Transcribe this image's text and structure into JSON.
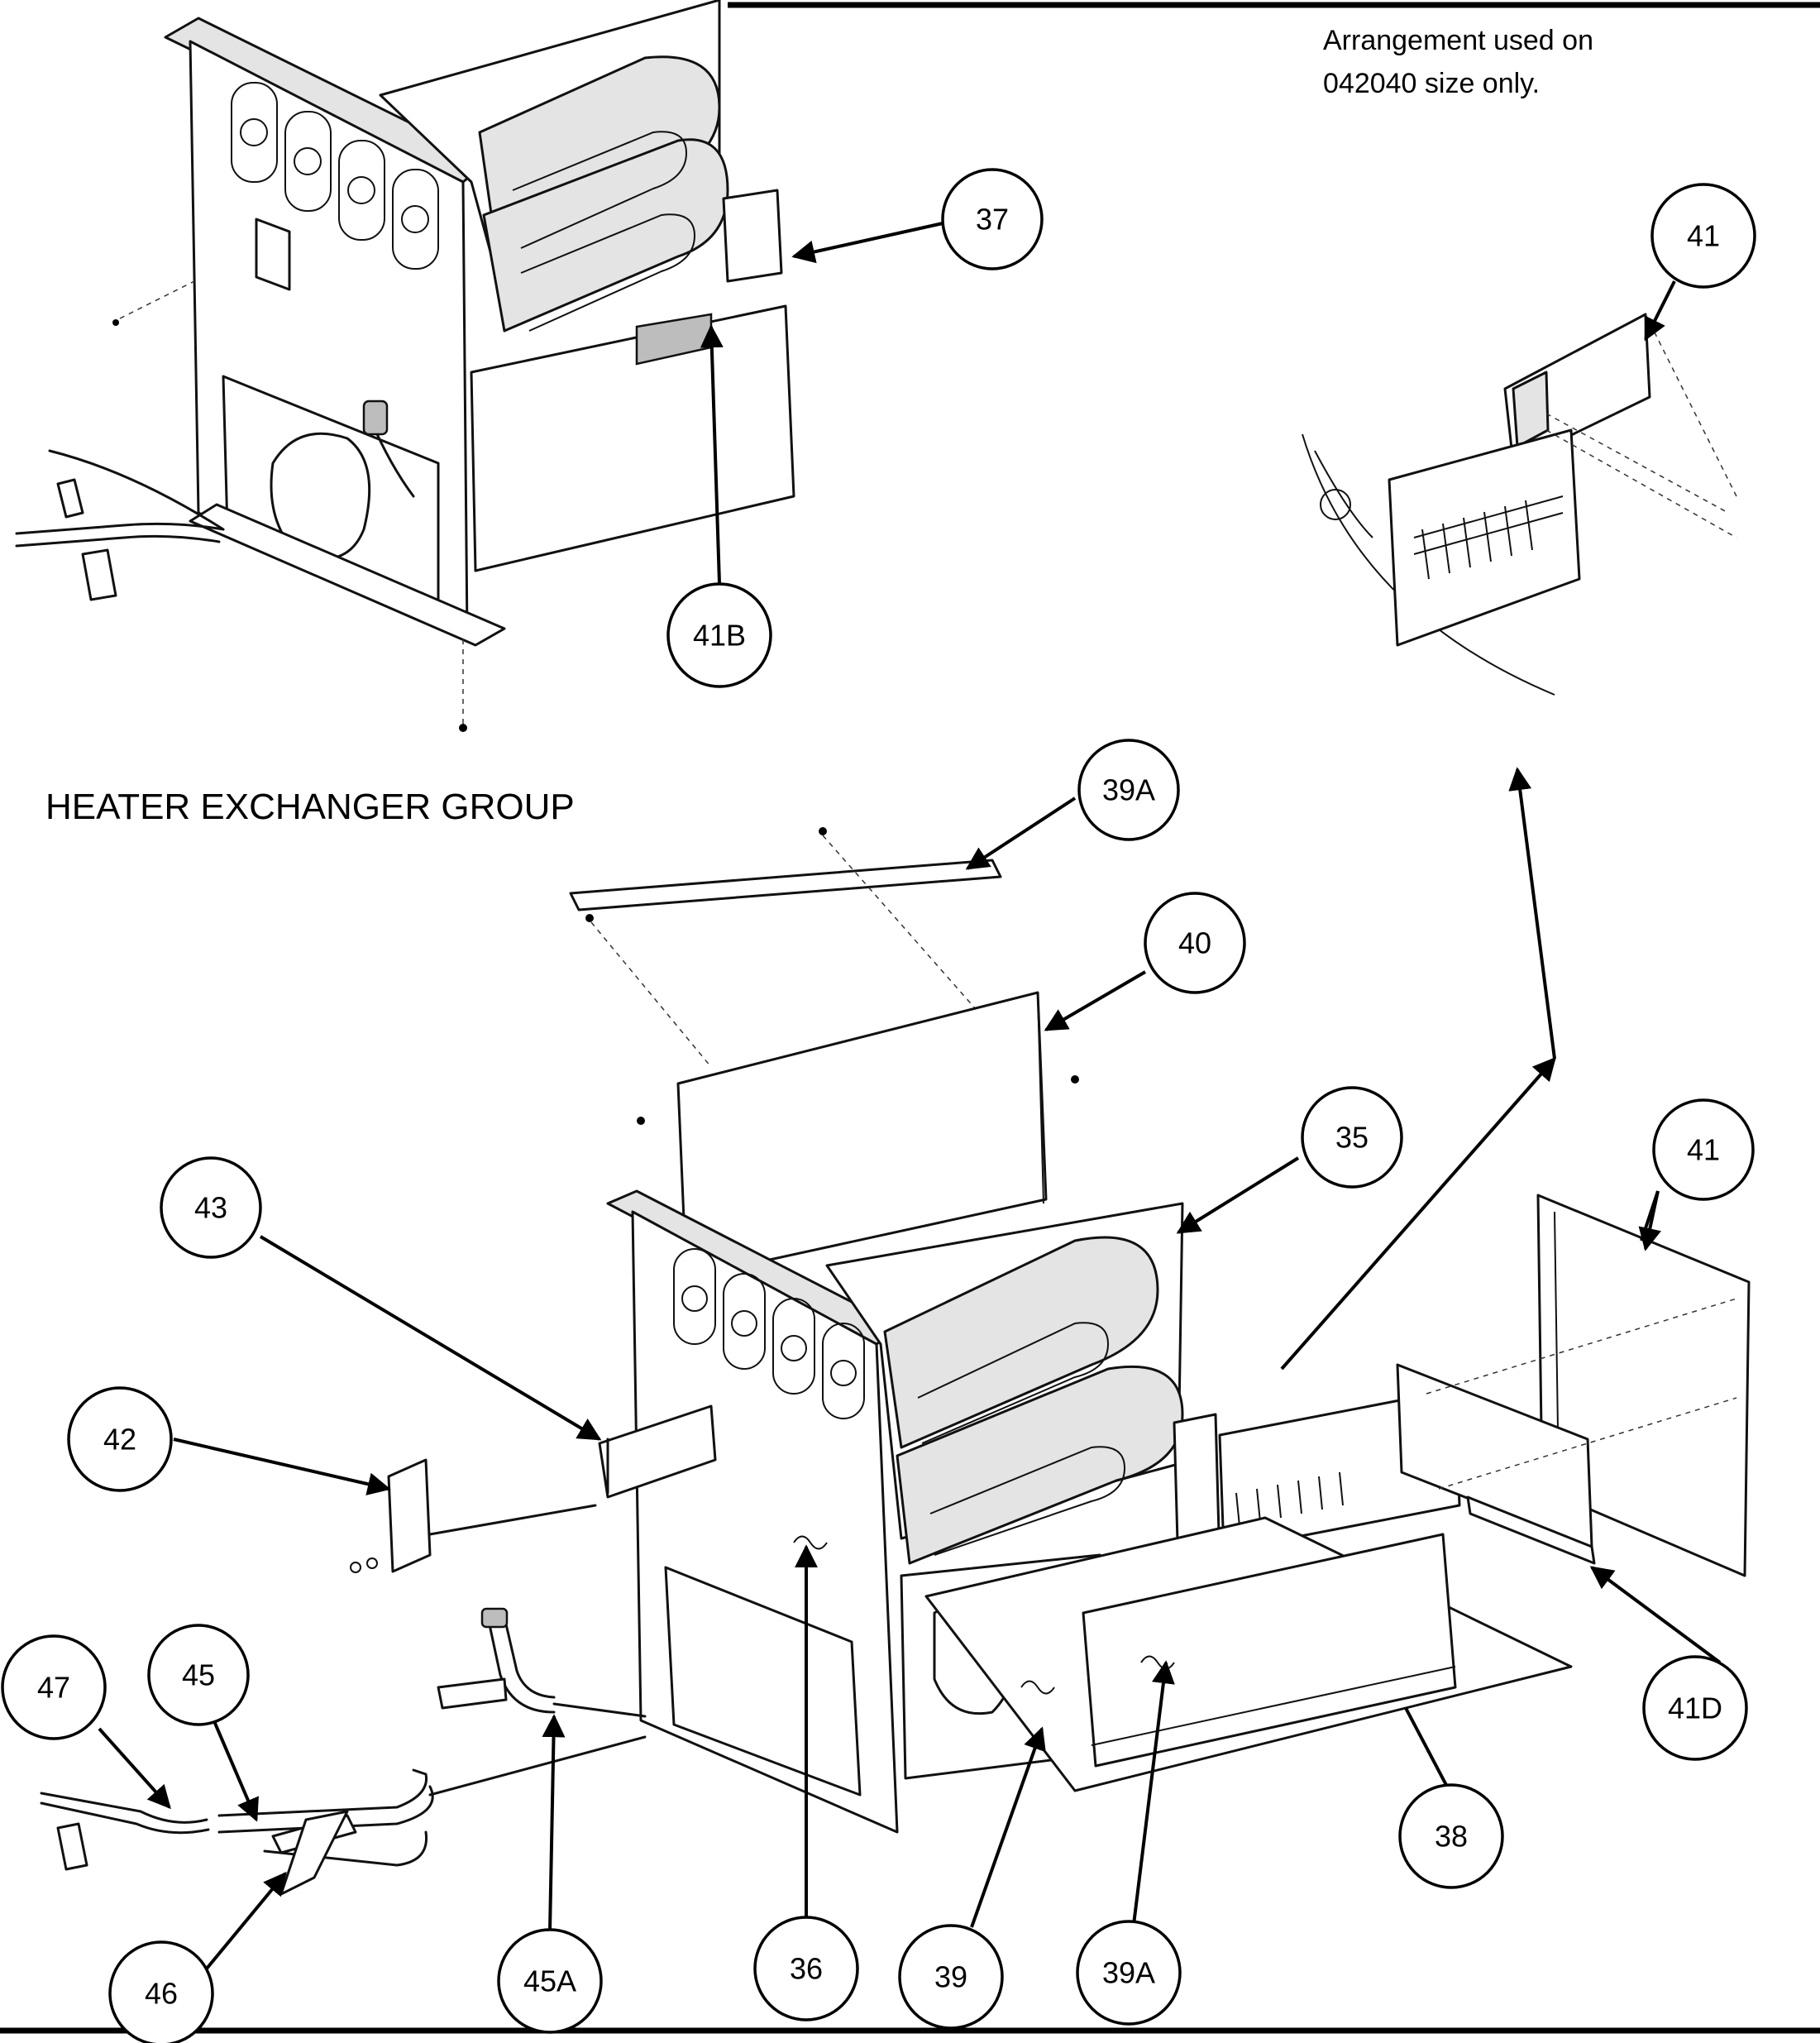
{
  "title": "HEATER EXCHANGER GROUP",
  "note": [
    "Arrangement used on",
    "042040 size only."
  ],
  "callouts": {
    "c37": "37",
    "c41B": "41B",
    "c41_detail": "41",
    "c39A_top": "39A",
    "c40": "40",
    "c35": "35",
    "c43": "43",
    "c41": "41",
    "c42": "42",
    "c47": "47",
    "c45": "45",
    "c45A": "45A",
    "c36": "36",
    "c39": "39",
    "c39A_bottom": "39A",
    "c38": "38",
    "c41D": "41D",
    "c46": "46"
  }
}
